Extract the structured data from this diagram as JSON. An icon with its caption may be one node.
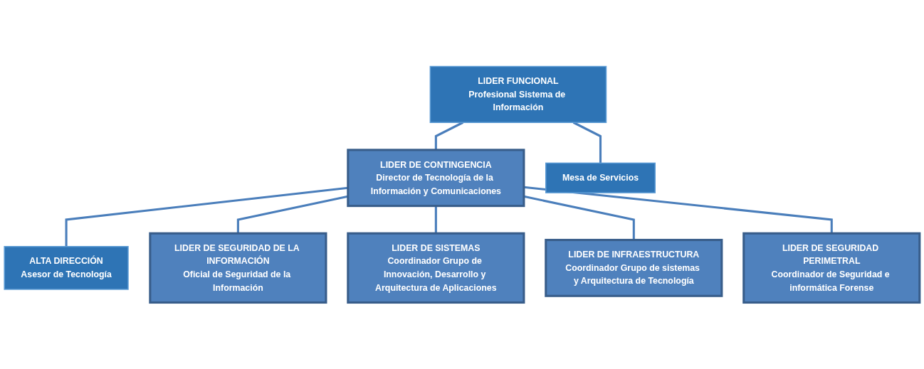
{
  "diagram": {
    "nodes": [
      {
        "text": [
          "LIDER FUNCIONAL",
          "Profesional Sistema de Información"
        ]
      },
      {
        "text": [
          "LIDER DE CONTINGENCIA",
          "Director de Tecnología de la Información y Comunicaciones"
        ]
      },
      {
        "text": [
          "ALTA DIRECCIÓN",
          "Asesor de Tecnología"
        ]
      },
      {
        "text": [
          "Mesa de Servicios"
        ]
      },
      {
        "text": [
          "LIDER DE SEGURIDAD DE LA INFORMACIÓN",
          "Oficial de Seguridad de la Información"
        ]
      },
      {
        "text": [
          "LIDER DE SISTEMAS",
          "Coordinador Grupo de Innovación, Desarrollo y Arquitectura de Aplicaciones"
        ]
      },
      {
        "text": [
          "LIDER DE INFRAESTRUCTURA",
          "Coordinador Grupo de sistemas y Arquitectura de Tecnología"
        ]
      },
      {
        "text": [
          "LIDER DE SEGURIDAD PERIMETRAL",
          "Coordinador de Seguridad e informática Forense"
        ]
      }
    ],
    "edges": [
      {
        "from": 0,
        "to": 1,
        "arrow": "none"
      },
      {
        "from": 0,
        "to": 3,
        "arrow": "none"
      },
      {
        "from": 1,
        "to": 2,
        "arrow": "none"
      },
      {
        "from": 1,
        "to": 4,
        "arrow": "none"
      },
      {
        "from": 1,
        "to": 5,
        "arrow": "none"
      },
      {
        "from": 1,
        "to": 6,
        "arrow": "none"
      },
      {
        "from": 1,
        "to": 7,
        "arrow": "none"
      }
    ]
  }
}
